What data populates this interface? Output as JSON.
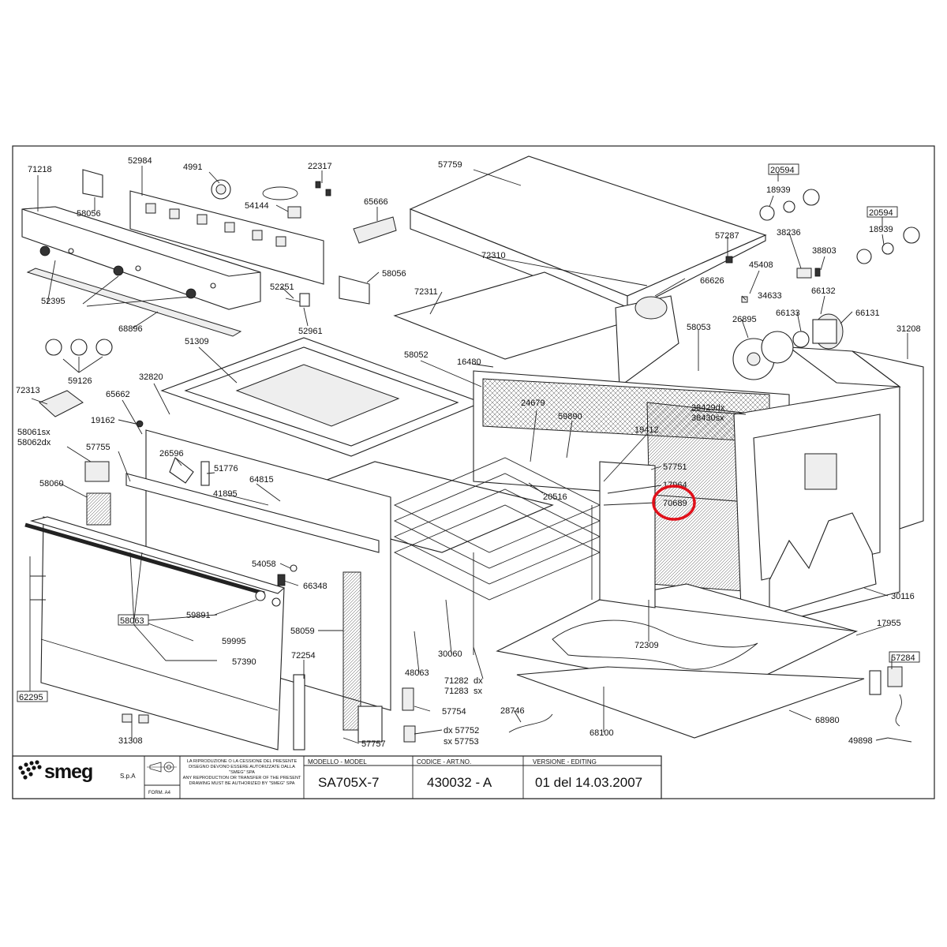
{
  "diagram": {
    "labels": [
      {
        "id": "l71218",
        "text": "71218"
      },
      {
        "id": "l52984",
        "text": "52984"
      },
      {
        "id": "l4991",
        "text": "4991"
      },
      {
        "id": "l22317",
        "text": "22317"
      },
      {
        "id": "l57759",
        "text": "57759"
      },
      {
        "id": "l20594a",
        "text": "20594"
      },
      {
        "id": "l18939a",
        "text": "18939"
      },
      {
        "id": "l58056a",
        "text": "58056"
      },
      {
        "id": "l54144",
        "text": "54144"
      },
      {
        "id": "l65666",
        "text": "65666"
      },
      {
        "id": "l57287",
        "text": "57287"
      },
      {
        "id": "l38236",
        "text": "38236"
      },
      {
        "id": "l20594b",
        "text": "20594"
      },
      {
        "id": "l18939b",
        "text": "18939"
      },
      {
        "id": "l72310",
        "text": "72310"
      },
      {
        "id": "l38803",
        "text": "38803"
      },
      {
        "id": "l45408",
        "text": "45408"
      },
      {
        "id": "l58056b",
        "text": "58056"
      },
      {
        "id": "l52395",
        "text": "52395"
      },
      {
        "id": "l52251",
        "text": "52251"
      },
      {
        "id": "l66626",
        "text": "66626"
      },
      {
        "id": "l72311",
        "text": "72311"
      },
      {
        "id": "l34633",
        "text": "34633"
      },
      {
        "id": "l66132",
        "text": "66132"
      },
      {
        "id": "l52961",
        "text": "52961"
      },
      {
        "id": "l66133",
        "text": "66133"
      },
      {
        "id": "l66131",
        "text": "66131"
      },
      {
        "id": "l68896",
        "text": "68896"
      },
      {
        "id": "l26895",
        "text": "26895"
      },
      {
        "id": "l31208",
        "text": "31208"
      },
      {
        "id": "l58053",
        "text": "58053"
      },
      {
        "id": "l51309",
        "text": "51309"
      },
      {
        "id": "l58052",
        "text": "58052"
      },
      {
        "id": "l16480",
        "text": "16480"
      },
      {
        "id": "l59126",
        "text": "59126"
      },
      {
        "id": "l72313",
        "text": "72313"
      },
      {
        "id": "l32820",
        "text": "32820"
      },
      {
        "id": "l65662",
        "text": "65662"
      },
      {
        "id": "l24679",
        "text": "24679"
      },
      {
        "id": "l38429dx",
        "text": "38429dx"
      },
      {
        "id": "l38430sx",
        "text": "38430sx"
      },
      {
        "id": "l59890",
        "text": "59890"
      },
      {
        "id": "l19162",
        "text": "19162"
      },
      {
        "id": "l19412",
        "text": "19412"
      },
      {
        "id": "l58061sx",
        "text": "58061sx"
      },
      {
        "id": "l58062dx",
        "text": "58062dx"
      },
      {
        "id": "l57755",
        "text": "57755"
      },
      {
        "id": "l26596",
        "text": "26596"
      },
      {
        "id": "l51776",
        "text": "51776"
      },
      {
        "id": "l57751",
        "text": "57751"
      },
      {
        "id": "l58060",
        "text": "58060"
      },
      {
        "id": "l64815",
        "text": "64815"
      },
      {
        "id": "l20516",
        "text": "20516"
      },
      {
        "id": "l17964",
        "text": "17964"
      },
      {
        "id": "l41895",
        "text": "41895"
      },
      {
        "id": "l70689",
        "text": "70689"
      },
      {
        "id": "l54058",
        "text": "54058"
      },
      {
        "id": "l66348",
        "text": "66348"
      },
      {
        "id": "l30116",
        "text": "30116"
      },
      {
        "id": "l59891",
        "text": "59891"
      },
      {
        "id": "l58063",
        "text": "58063"
      },
      {
        "id": "l58059",
        "text": "58059"
      },
      {
        "id": "l17955",
        "text": "17955"
      },
      {
        "id": "l59995",
        "text": "59995"
      },
      {
        "id": "l72309",
        "text": "72309"
      },
      {
        "id": "l57390",
        "text": "57390"
      },
      {
        "id": "l72254",
        "text": "72254"
      },
      {
        "id": "l30060",
        "text": "30060"
      },
      {
        "id": "l57284",
        "text": "57284"
      },
      {
        "id": "l48063",
        "text": "48063"
      },
      {
        "id": "l71282",
        "text": "71282"
      },
      {
        "id": "l71282dx",
        "text": "dx"
      },
      {
        "id": "l71283",
        "text": "71283"
      },
      {
        "id": "l71283sx",
        "text": "sx"
      },
      {
        "id": "l62295",
        "text": "62295"
      },
      {
        "id": "l57754",
        "text": "57754"
      },
      {
        "id": "l28746",
        "text": "28746"
      },
      {
        "id": "l68980",
        "text": "68980"
      },
      {
        "id": "l57752",
        "text": "dx 57752"
      },
      {
        "id": "l57753",
        "text": "sx 57753"
      },
      {
        "id": "l68100",
        "text": "68100"
      },
      {
        "id": "l31308",
        "text": "31308"
      },
      {
        "id": "l57757",
        "text": "57757"
      },
      {
        "id": "l49898",
        "text": "49898"
      }
    ],
    "highlight_label": "70689",
    "highlight_color": "#e0101a"
  },
  "title_block": {
    "brand": "smeg",
    "brand_suffix": "S.p.A",
    "form": "FORM. A4",
    "notice_it": "LA RIPRODUZIONE O LA CESSIONE DEL PRESENTE DISEGNO DEVONO ESSERE AUTORIZZATE DALLA \"SMEG\" SPA",
    "notice_en": "ANY REPRODUCTION OR TRANSFER OF THE PRESENT DRAWING MUST BE AUTHORIZED BY \"SMEG\" SPA",
    "model_header": "MODELLO - MODEL",
    "model_value": "SA705X-7",
    "code_header": "CODICE - ART.NO.",
    "code_value": "430032 - A",
    "version_header": "VERSIONE - EDITING",
    "version_value": "01 del 14.03.2007"
  }
}
